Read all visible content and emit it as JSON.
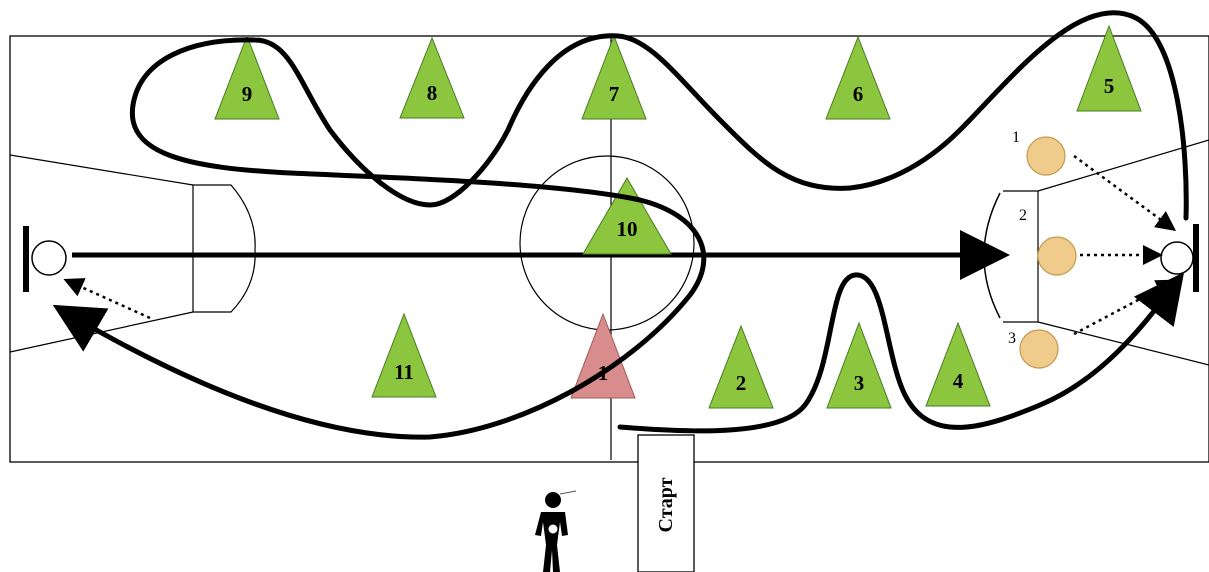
{
  "colors": {
    "cone_green": "#8cc63f",
    "cone_red": "#d98c8c",
    "cone_stroke": "#4a7a24",
    "ball_fill": "#f0cc8c",
    "line": "#000000",
    "court_bg": "#ffffff"
  },
  "cones": [
    {
      "label": "1",
      "color": "red"
    },
    {
      "label": "2",
      "color": "green"
    },
    {
      "label": "3",
      "color": "green"
    },
    {
      "label": "4",
      "color": "green"
    },
    {
      "label": "5",
      "color": "green"
    },
    {
      "label": "6",
      "color": "green"
    },
    {
      "label": "7",
      "color": "green"
    },
    {
      "label": "8",
      "color": "green"
    },
    {
      "label": "9",
      "color": "green"
    },
    {
      "label": "10",
      "color": "green"
    },
    {
      "label": "11",
      "color": "green"
    }
  ],
  "balls": [
    {
      "label": "1"
    },
    {
      "label": "2"
    },
    {
      "label": "3"
    }
  ],
  "start": {
    "label": "Старт"
  },
  "icons": [
    "coach-icon",
    "basket-hoop-left-icon",
    "basket-hoop-right-icon"
  ]
}
